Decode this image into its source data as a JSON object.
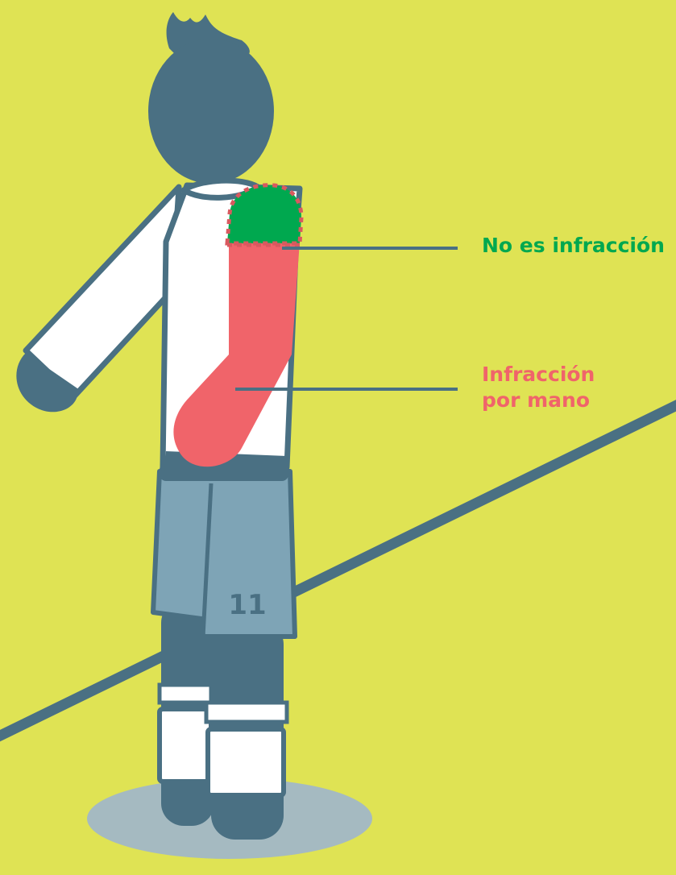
{
  "colors": {
    "background": "#dfe354",
    "figure": "#4a7083",
    "shirt": "#ffffff",
    "shorts": "#7ea4b6",
    "shadow": "#a5bac1",
    "no_infraction": "#00a84f",
    "infraction": "#f0646a",
    "dashed_border": "#d9595f"
  },
  "labels": {
    "no_infraction": "No es infracción",
    "infraction_line1": "Infracción",
    "infraction_line2": "por mano"
  },
  "jersey_number": "11"
}
